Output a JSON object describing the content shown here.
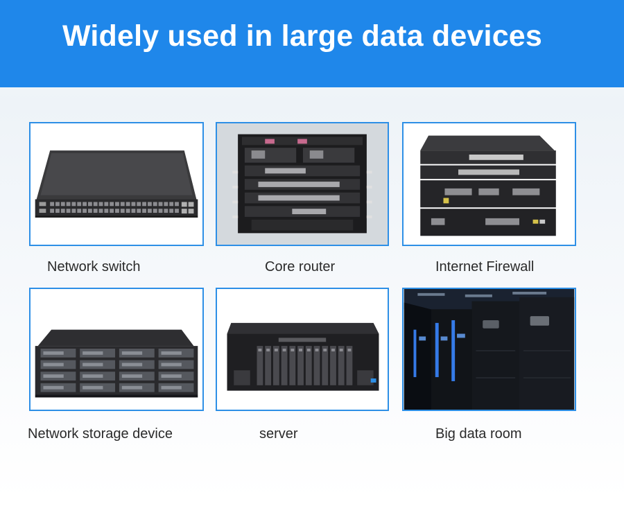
{
  "banner": {
    "title": "Widely used in large data devices",
    "color": "#1f87ea"
  },
  "devices": [
    {
      "caption": "Network switch",
      "image": "network-switch-image"
    },
    {
      "caption": "Core router",
      "image": "core-router-image"
    },
    {
      "caption": "Internet Firewall",
      "image": "internet-firewall-image"
    },
    {
      "caption": "Network storage device",
      "image": "network-storage-image"
    },
    {
      "caption": "server",
      "image": "server-image"
    },
    {
      "caption": "Big data room",
      "image": "data-room-image"
    }
  ],
  "accent_border_color": "#2d8fe6"
}
